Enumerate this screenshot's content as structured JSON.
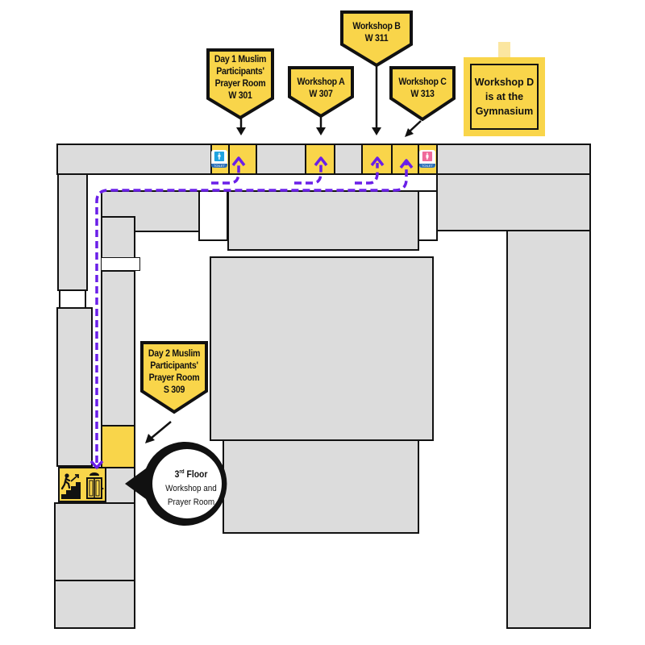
{
  "map": {
    "title": "3rd Floor Workshop and Prayer Room",
    "colors": {
      "room": "#dcdcdc",
      "highlight": "#f9d54a",
      "outline": "#111111",
      "route": "#6a1fe8",
      "male_toilet": "#1fa3e0",
      "female_toilet": "#f06b9a",
      "toilet_band": "#2b6fb8"
    }
  },
  "pins": {
    "day1_prayer": {
      "lines": [
        "Day 1 Muslim",
        "Participants'",
        "Prayer Room",
        "W 301"
      ]
    },
    "workshop_a": {
      "lines": [
        "Workshop A",
        "W 307"
      ]
    },
    "workshop_b": {
      "lines": [
        "Workshop B",
        "W 311"
      ]
    },
    "workshop_c": {
      "lines": [
        "Workshop C",
        "W 313"
      ]
    },
    "day2_prayer": {
      "lines": [
        "Day 2 Muslim",
        "Participants'",
        "Prayer Room",
        "S 309"
      ]
    }
  },
  "note": {
    "lines": [
      "Workshop D",
      "is at the",
      "Gymnasium"
    ]
  },
  "toilets": {
    "male": {
      "label": "TOILET",
      "icon": "male-figure-icon"
    },
    "female": {
      "label": "TOILET",
      "icon": "female-figure-icon"
    }
  },
  "you_are_here": {
    "floor_num": "3",
    "floor_suffix": "rd",
    "floor_word": " Floor",
    "line2": "Workshop and",
    "line3": "Prayer Room"
  },
  "stairs_elevator": {
    "icons": [
      "stairs-icon",
      "elevator-icon"
    ]
  }
}
